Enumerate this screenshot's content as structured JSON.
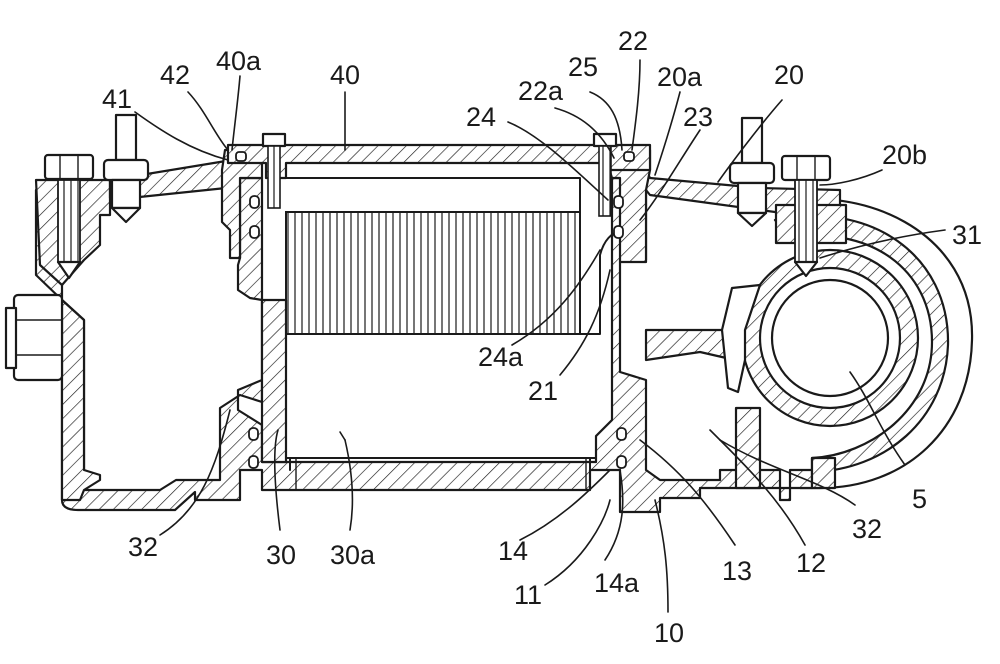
{
  "labels": {
    "l41": "41",
    "l42": "42",
    "l40a": "40a",
    "l40": "40",
    "l24": "24",
    "l22a": "22a",
    "l25": "25",
    "l22": "22",
    "l20a": "20a",
    "l20": "20",
    "l23": "23",
    "l20b": "20b",
    "l31": "31",
    "l24a": "24a",
    "l21": "21",
    "l5": "5",
    "l32a": "32",
    "l30": "30",
    "l30a": "30a",
    "l14": "14",
    "l11": "11",
    "l14a": "14a",
    "l10": "10",
    "l13": "13",
    "l12": "12",
    "l32b": "32"
  }
}
